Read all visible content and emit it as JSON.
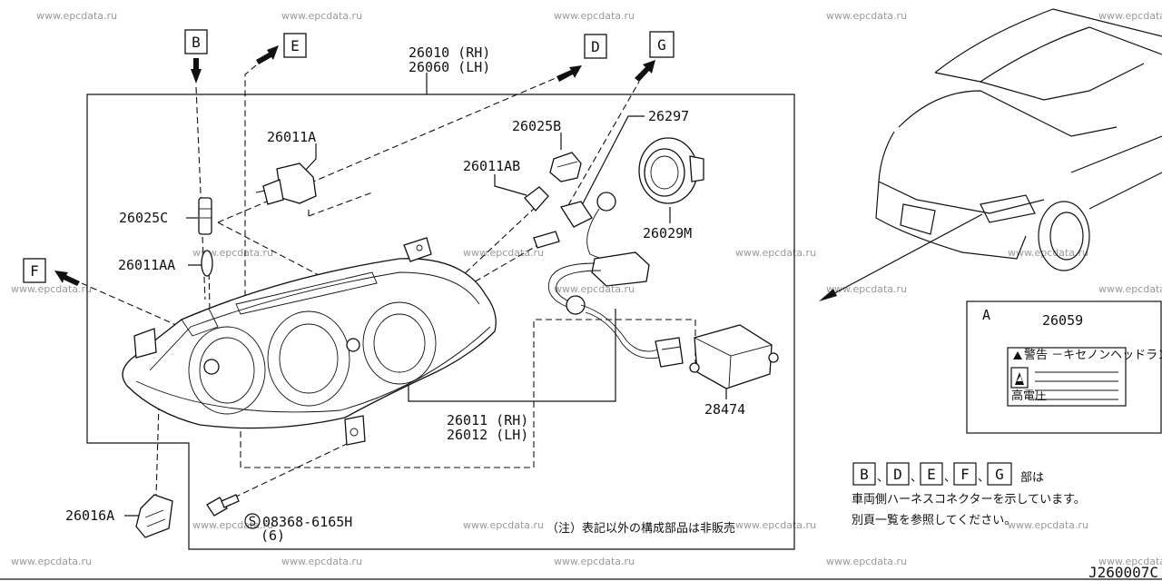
{
  "watermark": "www.epcdata.ru",
  "callout_labels": [
    "B",
    "E",
    "D",
    "G",
    "F"
  ],
  "parts": {
    "headlamp_rh": "26010 (RH)",
    "headlamp_lh": "26060 (LH)",
    "bulb_26011A": "26011A",
    "socket_26025B": "26025B",
    "ring_26297": "26297",
    "bulb_26011AB": "26011AB",
    "socket_26025C": "26025C",
    "bulb_26011AA": "26011AA",
    "cap_26029M": "26029M",
    "unit_rh": "26011 (RH)",
    "unit_lh": "26012 (LH)",
    "ballast_28474": "28474",
    "bracket_26016A": "26016A",
    "bolt": "08368-6165H",
    "bolt_qty": "(6)",
    "bolt_symbol": "S"
  },
  "label_box": {
    "view_letter": "A",
    "part_no": "26059",
    "warning_text": "警告 －キセノンヘッドランプ",
    "sub_text": "高電圧"
  },
  "note_not_sold": "（注）表記以外の構成部品は非販売",
  "legend": {
    "boxes": [
      "B",
      "D",
      "E",
      "F",
      "G"
    ],
    "suffix": "部は",
    "line2": "車両側ハーネスコネクターを示しています。",
    "line3": "別頁一覧を参照してください。"
  },
  "diagram_id": "J260007C"
}
